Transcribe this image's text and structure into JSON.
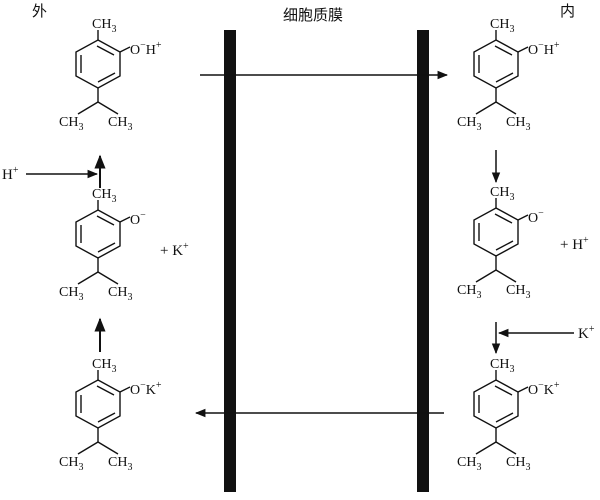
{
  "labels": {
    "outside": "外",
    "inside": "内",
    "membrane": "细胞质膜"
  },
  "groups": {
    "methyl": "CH",
    "methyl_sub": "3",
    "oh": "O",
    "oh_sup": "−",
    "h_plus": "H",
    "k_plus": "K",
    "plus_sup": "+"
  },
  "ions": {
    "plus_k": "+ K",
    "plus_h": "+ H",
    "h_in": "H",
    "k_in": "K",
    "sup": "+"
  },
  "molecules": [
    {
      "id": "out-top",
      "side": "outside",
      "state": "O-H+"
    },
    {
      "id": "out-mid",
      "side": "outside",
      "state": "O-"
    },
    {
      "id": "out-bottom",
      "side": "outside",
      "state": "O-K+"
    },
    {
      "id": "in-top",
      "side": "inside",
      "state": "O-H+"
    },
    {
      "id": "in-mid",
      "side": "inside",
      "state": "O-"
    },
    {
      "id": "in-bottom",
      "side": "inside",
      "state": "O-K+"
    }
  ]
}
